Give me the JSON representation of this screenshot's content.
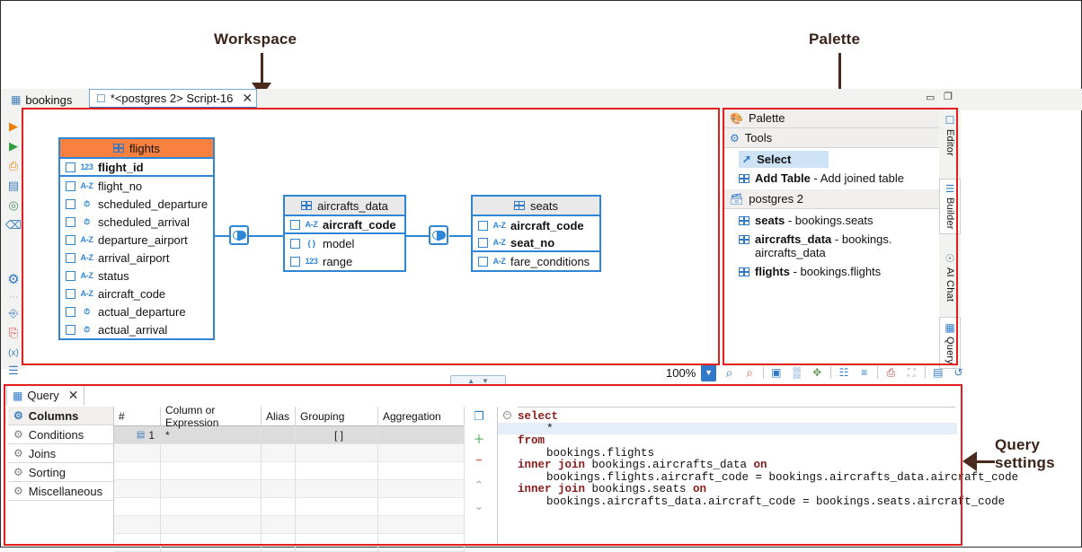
{
  "annotations": {
    "workspace": "Workspace",
    "palette": "Palette",
    "query_settings": "Query\nsettings"
  },
  "tabs": [
    {
      "label": "bookings",
      "icon": "document-icon",
      "active": false
    },
    {
      "label": "*<postgres 2> Script-16",
      "icon": "script-icon",
      "active": true,
      "close": "✕"
    }
  ],
  "left_rail": [
    {
      "icon": "execute-statement-icon",
      "glyph": "▶"
    },
    {
      "icon": "execute-script-icon",
      "glyph": "▶"
    },
    {
      "icon": "execute-in-new-tab-icon",
      "glyph": "⎙"
    },
    {
      "icon": "explain-plan-icon",
      "glyph": "▤"
    },
    {
      "icon": "ai-assistant-icon",
      "glyph": "◎"
    },
    {
      "icon": "console-icon",
      "glyph": "⌫"
    },
    {
      "icon": "settings-gear-icon",
      "glyph": "⚙"
    },
    {
      "icon": "more-options-icon",
      "glyph": "⋯"
    },
    {
      "icon": "export-resultset-icon",
      "glyph": "⎆"
    },
    {
      "icon": "export-file-icon",
      "glyph": "⎘"
    },
    {
      "icon": "variables-icon",
      "glyph": "(x)"
    },
    {
      "icon": "outline-icon",
      "glyph": "☰"
    }
  ],
  "workspace": {
    "zoom_level": "100%",
    "entities": [
      {
        "name": "flights",
        "header_color": "#f9813f",
        "primary_key": {
          "name": "flight_id",
          "type_icon": "123"
        },
        "columns": [
          {
            "name": "flight_no",
            "type_icon": "A-Z"
          },
          {
            "name": "scheduled_departure",
            "type_icon": "clock"
          },
          {
            "name": "scheduled_arrival",
            "type_icon": "clock"
          },
          {
            "name": "departure_airport",
            "type_icon": "A-Z"
          },
          {
            "name": "arrival_airport",
            "type_icon": "A-Z"
          },
          {
            "name": "status",
            "type_icon": "A-Z"
          },
          {
            "name": "aircraft_code",
            "type_icon": "A-Z"
          },
          {
            "name": "actual_departure",
            "type_icon": "clock"
          },
          {
            "name": "actual_arrival",
            "type_icon": "clock"
          }
        ]
      },
      {
        "name": "aircrafts_data",
        "header_color": "#e9e9e9",
        "primary_key": {
          "name": "aircraft_code",
          "type_icon": "A-Z"
        },
        "columns": [
          {
            "name": "model",
            "type_icon": "{ }"
          },
          {
            "name": "range",
            "type_icon": "123"
          }
        ]
      },
      {
        "name": "seats",
        "header_color": "#e9e9e9",
        "primary_key": {
          "name": "aircraft_code",
          "type_icon": "A-Z"
        },
        "pk2": {
          "name": "seat_no",
          "type_icon": "A-Z"
        },
        "columns": [
          {
            "name": "fare_conditions",
            "type_icon": "A-Z"
          }
        ]
      }
    ],
    "joins": [
      {
        "name": "join-flights-aircrafts",
        "icon": "inner-join-venn-icon"
      },
      {
        "name": "join-aircrafts-seats",
        "icon": "inner-join-venn-icon"
      }
    ],
    "toolbar": [
      {
        "icon": "zoom-dropdown-icon",
        "glyph": "▼"
      },
      {
        "icon": "zoom-in-icon",
        "glyph": "⌕"
      },
      {
        "icon": "zoom-out-icon",
        "glyph": "⌕"
      },
      {
        "icon": "auto-layout-icon",
        "glyph": "▣"
      },
      {
        "icon": "toggle-grid-icon",
        "glyph": "▒"
      },
      {
        "icon": "fit-window-icon",
        "glyph": "✥"
      },
      {
        "icon": "show-comments-icon",
        "glyph": "☷"
      },
      {
        "icon": "show-columns-icon",
        "glyph": "≡"
      },
      {
        "icon": "print-diagram-icon",
        "glyph": "⎙"
      },
      {
        "icon": "save-image-icon",
        "glyph": "⛶"
      },
      {
        "icon": "diagram-settings-icon",
        "glyph": "▤"
      },
      {
        "icon": "refresh-icon",
        "glyph": "↺"
      }
    ]
  },
  "palette": {
    "title": "Palette",
    "collapse_glyph": "▷",
    "sections": [
      {
        "title": "Tools",
        "icon": "gear-icon",
        "pin_glyph": "⇦",
        "items": [
          {
            "icon": "cursor-select-icon",
            "bold": "Select",
            "rest": "",
            "selected": true
          },
          {
            "icon": "table-icon",
            "bold": "Add Table",
            "rest": " - Add joined table",
            "selected": false
          }
        ]
      },
      {
        "title": "postgres 2",
        "icon": "database-icon",
        "pin_glyph": "⇦",
        "items": [
          {
            "icon": "table-icon",
            "bold": "seats",
            "rest": " - bookings.seats",
            "selected": false
          },
          {
            "icon": "table-icon",
            "bold": "aircrafts_data",
            "rest": " - bookings.",
            "rest2": "aircrafts_data",
            "selected": false
          },
          {
            "icon": "table-icon",
            "bold": "flights",
            "rest": " - bookings.flights",
            "selected": false
          }
        ]
      }
    ],
    "window_buttons": [
      {
        "icon": "minimize-icon",
        "glyph": "▭"
      },
      {
        "icon": "restore-icon",
        "glyph": "❐"
      }
    ]
  },
  "right_tabs": [
    {
      "label": "Editor",
      "icon": "editor-icon",
      "active": false
    },
    {
      "label": "Builder",
      "icon": "builder-icon",
      "active": true
    },
    {
      "label": "AI Chat",
      "icon": "ai-chat-icon",
      "active": false
    },
    {
      "label": "Query",
      "icon": "query-icon",
      "active": false
    }
  ],
  "query_panel": {
    "tab": {
      "label": "Query",
      "icon": "query-builder-icon",
      "close": "✕"
    },
    "sidebar": [
      {
        "label": "Columns",
        "active": true
      },
      {
        "label": "Conditions",
        "active": false
      },
      {
        "label": "Joins",
        "active": false
      },
      {
        "label": "Sorting",
        "active": false
      },
      {
        "label": "Miscellaneous",
        "active": false
      }
    ],
    "grid": {
      "headers": [
        "#",
        "Column or Expression",
        "Alias",
        "Grouping",
        "Aggregation"
      ],
      "rows": [
        {
          "num": "1",
          "column": "*",
          "alias": "",
          "grouping": "[ ]",
          "aggregation": ""
        }
      ]
    },
    "tools": [
      {
        "icon": "preview-icon",
        "glyph": "❐"
      },
      {
        "icon": "add-row-icon",
        "glyph": "＋"
      },
      {
        "icon": "remove-row-icon",
        "glyph": "−"
      },
      {
        "icon": "move-up-icon",
        "glyph": "⌃"
      },
      {
        "icon": "move-down-icon",
        "glyph": "⌄"
      }
    ],
    "sql_lines": [
      {
        "text": "select",
        "keyword": "select",
        "indent": 0,
        "fold": true,
        "highlight": false
      },
      {
        "text": "*",
        "indent": 1,
        "highlight": true
      },
      {
        "text": "from",
        "keyword": "from",
        "indent": 0,
        "highlight": false
      },
      {
        "text": "bookings.flights",
        "indent": 1,
        "highlight": false
      },
      {
        "text": "inner join bookings.aircrafts_data on",
        "indent": 0,
        "highlight": false
      },
      {
        "text": "bookings.flights.aircraft_code = bookings.aircrafts_data.aircraft_code",
        "indent": 1,
        "highlight": false
      },
      {
        "text": "inner join bookings.seats on",
        "indent": 0,
        "highlight": false
      },
      {
        "text": "bookings.aircrafts_data.aircraft_code = bookings.seats.aircraft_code",
        "indent": 1,
        "highlight": false
      }
    ]
  },
  "collapse_handle": {
    "up": "▲",
    "down": "▼"
  }
}
